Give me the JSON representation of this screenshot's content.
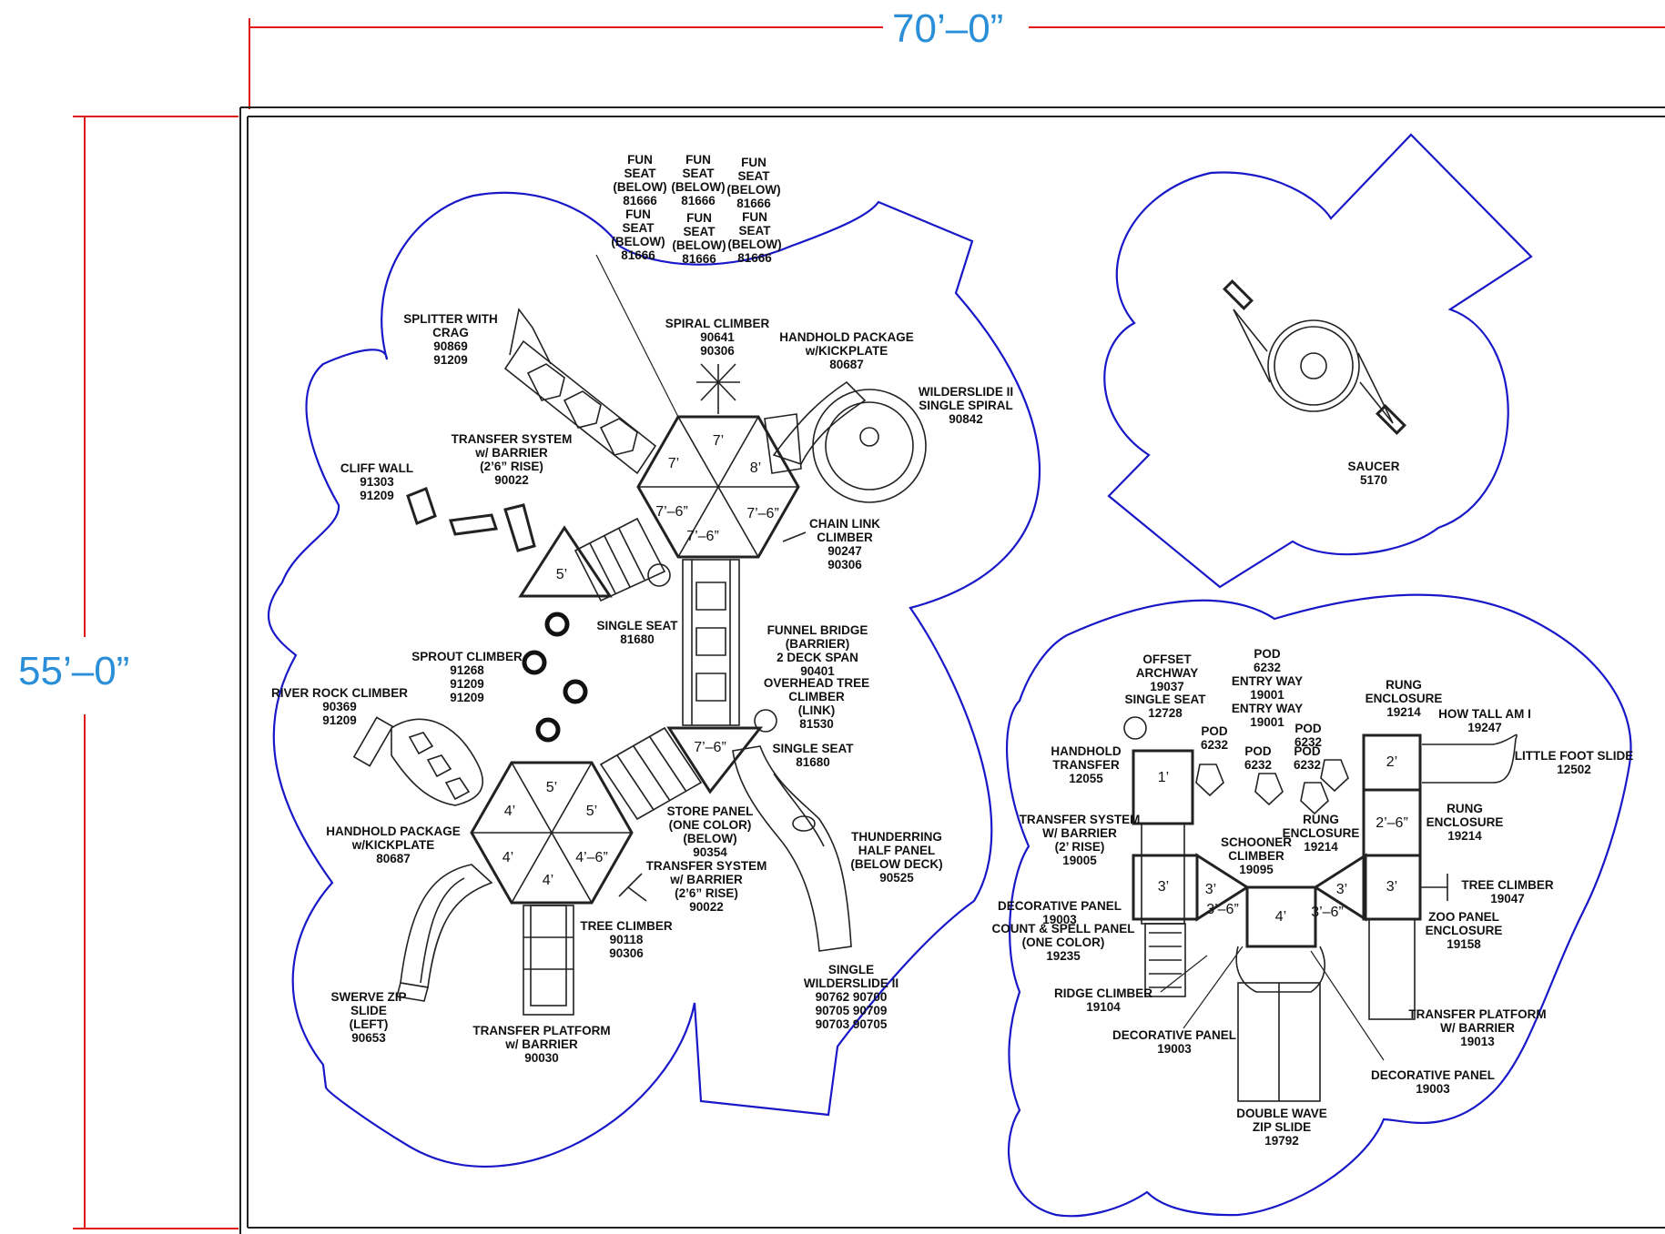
{
  "dimensions": {
    "width": "70’–0”",
    "height": "55’–0”"
  },
  "colors": {
    "zone_outline": "#1818c8",
    "dimension_line": "#e01818",
    "dimension_text": "#2a8fd8",
    "linework": "#222222"
  },
  "deck_heights": {
    "hex1": [
      "7’",
      "8’",
      "7’–6”",
      "7’–6”",
      "7’–6”",
      "7’"
    ],
    "tri1": "5’",
    "tri2": "7’–6”",
    "hex2": [
      "5’",
      "5’",
      "4’–6”",
      "4’",
      "4’",
      "4’"
    ],
    "tot": [
      "1’",
      "3’",
      "3’",
      "3’–6”",
      "4’",
      "3’–6”",
      "3’",
      "3’",
      "2’–6”",
      "2’"
    ]
  },
  "labels": [
    {
      "id": "fun-seat-1",
      "lines": [
        "FUN",
        "SEAT",
        "(BELOW)",
        "81666"
      ]
    },
    {
      "id": "fun-seat-2",
      "lines": [
        "FUN",
        "SEAT",
        "(BELOW)",
        "81666"
      ]
    },
    {
      "id": "fun-seat-3",
      "lines": [
        "FUN",
        "SEAT",
        "(BELOW)",
        "81666"
      ]
    },
    {
      "id": "fun-seat-4",
      "lines": [
        "FUN",
        "SEAT",
        "(BELOW)",
        "81666"
      ]
    },
    {
      "id": "fun-seat-5",
      "lines": [
        "FUN",
        "SEAT",
        "(BELOW)",
        "81666"
      ]
    },
    {
      "id": "fun-seat-6",
      "lines": [
        "FUN",
        "SEAT",
        "(BELOW)",
        "81666"
      ]
    },
    {
      "id": "splitter-crag",
      "lines": [
        "SPLITTER WITH",
        "CRAG",
        "90869",
        "91209"
      ]
    },
    {
      "id": "spiral-climber",
      "lines": [
        "SPIRAL CLIMBER",
        "90641",
        "90306"
      ]
    },
    {
      "id": "handhold-package-top",
      "lines": [
        "HANDHOLD PACKAGE",
        "w/KICKPLATE",
        "80687"
      ]
    },
    {
      "id": "wilderslide-spiral",
      "lines": [
        "WILDERSLIDE II",
        "SINGLE SPIRAL",
        "90842"
      ]
    },
    {
      "id": "transfer-system-top",
      "lines": [
        "TRANSFER SYSTEM",
        "w/ BARRIER",
        "(2’6” RISE)",
        "90022"
      ]
    },
    {
      "id": "cliff-wall",
      "lines": [
        "CLIFF WALL",
        "91303",
        "91209"
      ]
    },
    {
      "id": "chain-link-climber",
      "lines": [
        "CHAIN LINK",
        "CLIMBER",
        "90247",
        "90306"
      ]
    },
    {
      "id": "single-seat-1",
      "lines": [
        "SINGLE SEAT",
        "81680"
      ]
    },
    {
      "id": "funnel-bridge",
      "lines": [
        "FUNNEL BRIDGE",
        "(BARRIER)",
        "2 DECK SPAN",
        "90401"
      ]
    },
    {
      "id": "overhead-tree-climber",
      "lines": [
        "OVERHEAD TREE",
        "CLIMBER",
        "(LINK)",
        "81530"
      ]
    },
    {
      "id": "sprout-climber",
      "lines": [
        "SPROUT CLIMBER",
        "91268",
        "91209",
        "91209"
      ]
    },
    {
      "id": "river-rock-climber",
      "lines": [
        "RIVER ROCK CLIMBER",
        "90369",
        "91209"
      ]
    },
    {
      "id": "single-seat-2",
      "lines": [
        "SINGLE SEAT",
        "81680"
      ]
    },
    {
      "id": "store-panel",
      "lines": [
        "STORE PANEL",
        "(ONE COLOR)",
        "(BELOW)",
        "90354"
      ]
    },
    {
      "id": "handhold-package-left",
      "lines": [
        "HANDHOLD PACKAGE",
        "w/KICKPLATE",
        "80687"
      ]
    },
    {
      "id": "thunderring",
      "lines": [
        "THUNDERRING",
        "HALF PANEL",
        "(BELOW DECK)",
        "90525"
      ]
    },
    {
      "id": "transfer-system-mid",
      "lines": [
        "TRANSFER SYSTEM",
        "w/ BARRIER",
        "(2’6” RISE)",
        "90022"
      ]
    },
    {
      "id": "tree-climber-1",
      "lines": [
        "TREE CLIMBER",
        "90118",
        "90306"
      ]
    },
    {
      "id": "single-wilderslide",
      "lines": [
        "SINGLE",
        "WILDERSLIDE II",
        "90762  90700",
        "90705  90709",
        "90703  90705"
      ]
    },
    {
      "id": "swerve-zip",
      "lines": [
        "SWERVE ZIP",
        "SLIDE",
        "(LEFT)",
        "90653"
      ]
    },
    {
      "id": "transfer-platform-1",
      "lines": [
        "TRANSFER PLATFORM",
        "w/ BARRIER",
        "90030"
      ]
    },
    {
      "id": "saucer",
      "lines": [
        "SAUCER",
        "5170"
      ]
    },
    {
      "id": "offset-archway",
      "lines": [
        "OFFSET",
        "ARCHWAY",
        "19037"
      ]
    },
    {
      "id": "single-seat-3",
      "lines": [
        "SINGLE SEAT",
        "12728"
      ]
    },
    {
      "id": "pod-entry",
      "lines": [
        "POD",
        "6232",
        "ENTRY WAY",
        "19001",
        "ENTRY WAY",
        "19001"
      ]
    },
    {
      "id": "rung-enclosure-1",
      "lines": [
        "RUNG",
        "ENCLOSURE",
        "19214"
      ]
    },
    {
      "id": "how-tall",
      "lines": [
        "HOW TALL AM I",
        "19247"
      ]
    },
    {
      "id": "little-foot-slide",
      "lines": [
        "LITTLE FOOT SLIDE",
        "12502"
      ]
    },
    {
      "id": "handhold-transfer",
      "lines": [
        "HANDHOLD",
        "TRANSFER",
        "12055"
      ]
    },
    {
      "id": "pod-a",
      "lines": [
        "POD",
        "6232"
      ]
    },
    {
      "id": "pod-b",
      "lines": [
        "POD",
        "6232"
      ]
    },
    {
      "id": "pod-c",
      "lines": [
        "POD",
        "6232"
      ]
    },
    {
      "id": "pod-d",
      "lines": [
        "POD",
        "6232"
      ]
    },
    {
      "id": "transfer-system-tot",
      "lines": [
        "TRANSFER SYSTEM",
        "W/ BARRIER",
        "(2’ RISE)",
        "19005"
      ]
    },
    {
      "id": "rung-enclosure-2",
      "lines": [
        "RUNG",
        "ENCLOSURE",
        "19214"
      ]
    },
    {
      "id": "schooner-climber",
      "lines": [
        "SCHOONER",
        "CLIMBER",
        "19095"
      ]
    },
    {
      "id": "rung-enclosure-3",
      "lines": [
        "RUNG",
        "ENCLOSURE",
        "19214"
      ]
    },
    {
      "id": "decorative-panel-1",
      "lines": [
        "DECORATIVE PANEL",
        "19003"
      ]
    },
    {
      "id": "count-spell",
      "lines": [
        "COUNT & SPELL PANEL",
        "(ONE COLOR)",
        "19235"
      ]
    },
    {
      "id": "tree-climber-2",
      "lines": [
        "TREE CLIMBER",
        "19047"
      ]
    },
    {
      "id": "zoo-panel",
      "lines": [
        "ZOO PANEL",
        "ENCLOSURE",
        "19158"
      ]
    },
    {
      "id": "ridge-climber",
      "lines": [
        "RIDGE CLIMBER",
        "19104"
      ]
    },
    {
      "id": "decorative-panel-2",
      "lines": [
        "DECORATIVE PANEL",
        "19003"
      ]
    },
    {
      "id": "transfer-platform-2",
      "lines": [
        "TRANSFER PLATFORM",
        "W/ BARRIER",
        "19013"
      ]
    },
    {
      "id": "decorative-panel-3",
      "lines": [
        "DECORATIVE PANEL",
        "19003"
      ]
    },
    {
      "id": "double-wave",
      "lines": [
        "DOUBLE WAVE",
        "ZIP SLIDE",
        "19792"
      ]
    }
  ]
}
